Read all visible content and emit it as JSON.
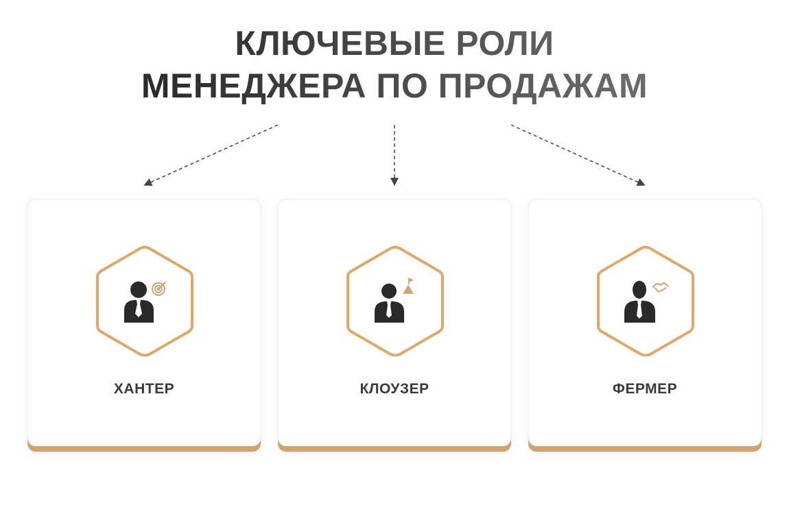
{
  "title": {
    "line1": "КЛЮЧЕВЫЕ РОЛИ",
    "line2": "МЕНЕДЖЕРА ПО ПРОДАЖАМ"
  },
  "colors": {
    "accent": "#d2a36e",
    "hex_stroke": "#e0a868",
    "text": "#3a3a3a"
  },
  "cards": [
    {
      "label": "ХАНТЕР",
      "icon": "target-icon"
    },
    {
      "label": "КЛОУЗЕР",
      "icon": "mountain-flag-icon"
    },
    {
      "label": "ФЕРМЕР",
      "icon": "handshake-icon"
    }
  ]
}
